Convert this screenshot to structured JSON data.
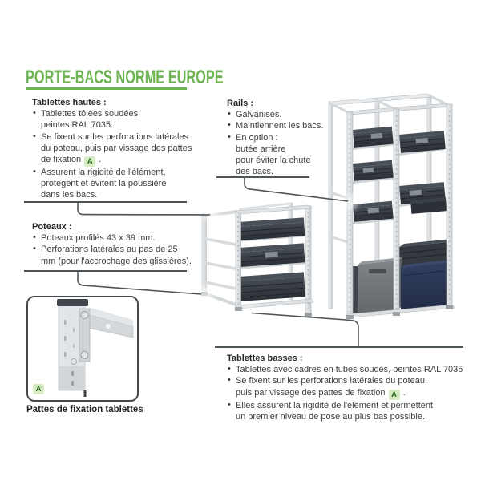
{
  "title": {
    "text": "PORTE-BACS NORME EUROPE"
  },
  "colors": {
    "accent": "#6cb551",
    "badge_bg": "#d4ebc3",
    "badge_fg": "#2e6b1d",
    "line": "#4d5458",
    "bin_dark": "#363b42",
    "bin_gray": "#73787d",
    "bin_navy": "#2d3854",
    "frame": "#dfe2e4"
  },
  "badge_label": "A",
  "sections": {
    "tablettes_hautes": {
      "heading": "Tablettes hautes :",
      "bullet1": "Tablettes tôlées soudées\npeintes RAL 7035.",
      "bullet2_text": "Se fixent sur les perforations latérales\ndu poteau, puis par vissage des pattes\nde fixation",
      "bullet2_suffix": " .",
      "bullet3": "Assurent la rigidité de l'élément,\nprotègent et évitent la poussière\ndans les bacs."
    },
    "poteaux": {
      "heading": "Poteaux :",
      "bullet1": "Poteaux profilés 43 x 39 mm.",
      "bullet2": "Perforations latérales au pas de 25\nmm (pour l'accrochage des glissières)."
    },
    "rails": {
      "heading": "Rails :",
      "bullet1": "Galvanisés.",
      "bullet2": "Maintiennent les bacs.",
      "bullet3": "En option :\nbutée arrière\npour éviter la chute\ndes bacs."
    },
    "tablettes_basses": {
      "heading": "Tablettes basses :",
      "bullet1": "Tablettes avec cadres en tubes soudés, peintes RAL 7035",
      "bullet2_text": "Se fixent sur les perforations latérales du poteau,\npuis par vissage des pattes de fixation",
      "bullet2_suffix": " .",
      "bullet3": "Elles assurent la rigidité de l'élément et permettent\nun premier niveau de pose au plus bas possible."
    }
  },
  "caption": "Pattes de fixation tablettes",
  "illustrations": {
    "main": "two shelving racks fitted with dark Euro stacking bins, one grey bin and one navy bin",
    "detail": "close-up of shelf fixation bracket bolted to a perforated post"
  }
}
